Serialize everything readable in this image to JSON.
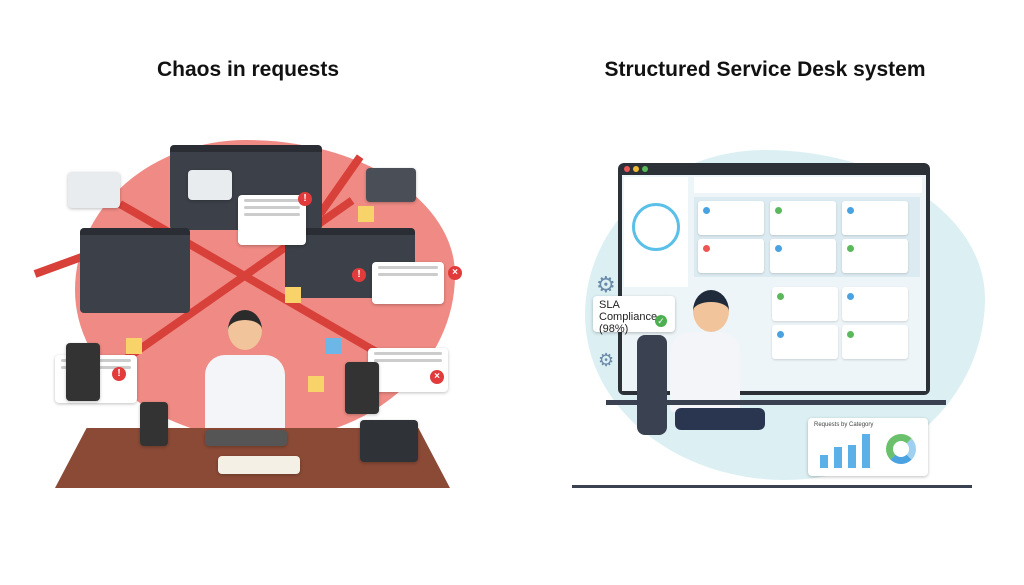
{
  "left_panel": {
    "title": "Chaos in requests"
  },
  "right_panel": {
    "title": "Structured Service Desk system",
    "sla_card": {
      "label": "SLA Compliance",
      "value": "(98%)"
    },
    "chart_card": {
      "title": "Requests by Category",
      "bar_values": [
        30,
        50,
        55,
        80
      ]
    }
  },
  "colors": {
    "chaos_bg": "#f08a84",
    "arrow": "#d8403a",
    "calm_bg": "#d9eef3",
    "accent": "#4aa3e0",
    "success": "#4caf50"
  }
}
